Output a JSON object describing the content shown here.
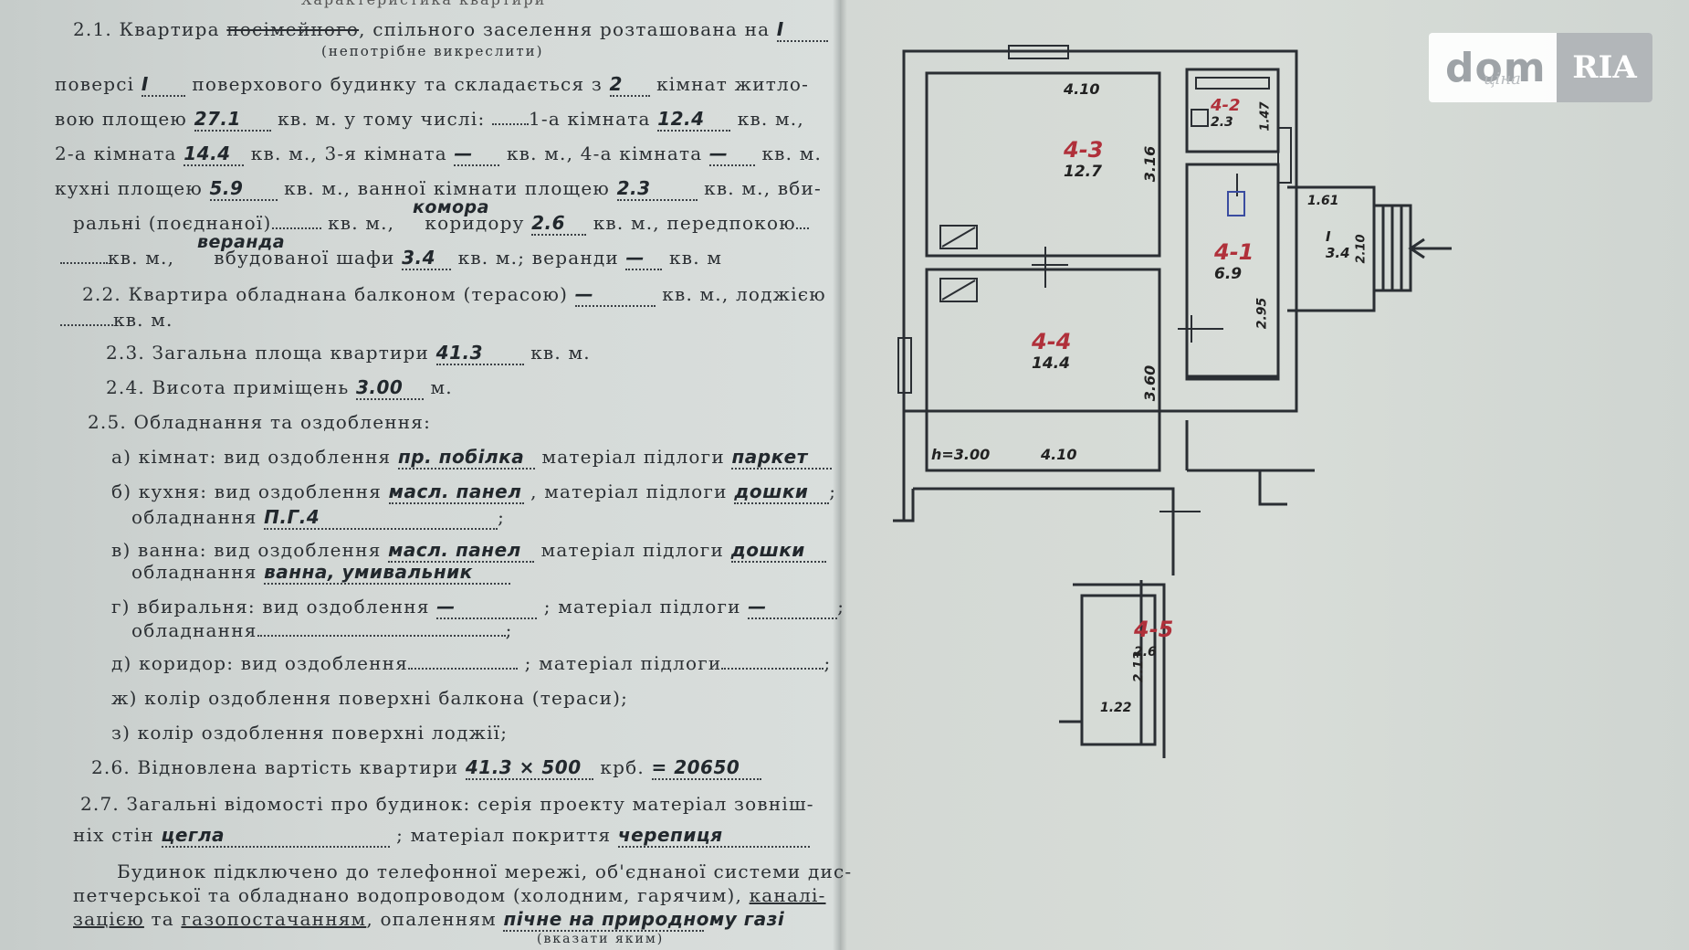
{
  "form": {
    "header_cut": "Характеристика квартири",
    "l1": {
      "num": "2.1.",
      "a": "Квартира",
      "struck": "посімейного",
      "b": ", спільного заселення розташована на",
      "hand": "I"
    },
    "l1_note": "(непотрібне викреслити)",
    "l2": {
      "a": "поверсі",
      "hand1": "I",
      "b": "поверхового будинку та складається з",
      "hand2": "2",
      "c": "кімнат житло-"
    },
    "l3": {
      "a": "вою площею",
      "hand1": "27.1",
      "b": "кв. м. у тому числі:",
      "c": "1-а кімната",
      "hand2": "12.4",
      "d": "кв. м.,"
    },
    "l4": {
      "a": "2-а кімната",
      "hand1": "14.4",
      "b": "кв. м., 3-я кімната",
      "hand2": "—",
      "c": "кв. м., 4-а кімната",
      "hand3": "—",
      "d": "кв. м."
    },
    "l5": {
      "a": "кухні площею",
      "hand1": "5.9",
      "b": "кв. м., ванної кімнати площею",
      "hand2": "2.3",
      "c": "кв. м., вби-"
    },
    "l6": {
      "a": "ральні (поєднаної)",
      "b": "кв. м.,",
      "hand_above": "комора",
      "c": "коридору",
      "hand1": "2.6",
      "d": "кв. м., передпокою"
    },
    "l7": {
      "a": "кв. м.,",
      "hand_above": "веранда",
      "b": "вбудованої шафи",
      "hand1": "3.4",
      "c": "кв. м.; веранди",
      "hand2": "—",
      "d": "кв. м"
    },
    "l8": {
      "num": "2.2.",
      "a": "Квартира обладнана балконом (терасою)",
      "hand1": "—",
      "b": "кв. м., лоджією"
    },
    "l9": {
      "a": "кв. м."
    },
    "l10": {
      "num": "2.3.",
      "a": "Загальна площа квартири",
      "hand1": "41.3",
      "b": "кв. м."
    },
    "l11": {
      "num": "2.4.",
      "a": "Висота приміщень",
      "hand1": "3.00",
      "b": "м."
    },
    "l12": {
      "num": "2.5.",
      "a": "Обладнання та оздоблення:"
    },
    "l13": {
      "a": "а) кімнат: вид оздоблення",
      "hand1": "пр. побілка",
      "b": "матеріал підлоги",
      "hand2": "паркет"
    },
    "l14": {
      "a": "б) кухня: вид оздоблення",
      "hand1": "масл. панел",
      "b": ", матеріал підлоги",
      "hand2": "дошки"
    },
    "l15": {
      "a": "обладнання",
      "hand1": "П.Г.4",
      "b": ";"
    },
    "l16": {
      "a": "в) ванна: вид оздоблення",
      "hand1": "масл. панел",
      "b": "матеріал підлоги",
      "hand2": "дошки"
    },
    "l17": {
      "a": "обладнання",
      "hand1": "ванна, умивальник"
    },
    "l18": {
      "a": "г) вбиральня: вид оздоблення",
      "hand1": "—",
      "b": "; матеріал підлоги",
      "hand2": "—",
      "c": ";"
    },
    "l19": {
      "a": "обладнання",
      "b": ";"
    },
    "l20": {
      "a": "д) коридор: вид оздоблення",
      "b": "; матеріал підлоги",
      "c": ";"
    },
    "l21": {
      "a": "ж) колір оздоблення поверхні балкона (тераси);"
    },
    "l22": {
      "a": "з) колір оздоблення поверхні лоджії;"
    },
    "l23": {
      "num": "2.6.",
      "a": "Відновлена вартість квартири",
      "hand1": "41.3 × 500",
      "b": "крб.",
      "hand2": "= 20650"
    },
    "l24": {
      "num": "2.7.",
      "a": "Загальні відомості про будинок: серія проекту матеріал зовніш-"
    },
    "l25": {
      "a": "ніх стін",
      "hand1": "цегла",
      "b": "; матеріал покриття",
      "hand2": "черепиця"
    },
    "l26": {
      "a": "Будинок підключено до телефонної мережі, об'єднаної системи дис-"
    },
    "l27": {
      "a": "петчерської та обладнано водопроводом (холодним, гарячим),",
      "u1": "каналі-"
    },
    "l28": {
      "u2": "зацією",
      "a": "та",
      "u3": "газопостачанням",
      "b": ", опаленням",
      "hand1": "пічне на природному газі"
    },
    "l28_note": "(вказати яким)"
  },
  "plan": {
    "rooms": [
      {
        "id": "4-3",
        "area": "12.7",
        "w": "4.10",
        "h": "3.16"
      },
      {
        "id": "4-4",
        "area": "14.4",
        "w": "4.10",
        "h": "3.60",
        "height_note": "h=3.00"
      },
      {
        "id": "4-2",
        "area": "2.3",
        "h": "1.47"
      },
      {
        "id": "4-1",
        "area": "6.9",
        "h": "2.95"
      },
      {
        "id": "4-5",
        "area": "2.6",
        "w": "1.22",
        "h": "2.13"
      },
      {
        "id": "I",
        "area": "3.4",
        "w": "1.61",
        "h": "2.10"
      }
    ]
  },
  "watermark": {
    "brand": "dom",
    "tag": "ціна",
    "partner": "RIA"
  },
  "colors": {
    "paper": "#d6dbd8",
    "ink": "#2b2f33",
    "room_id_red": "#b0303a"
  }
}
